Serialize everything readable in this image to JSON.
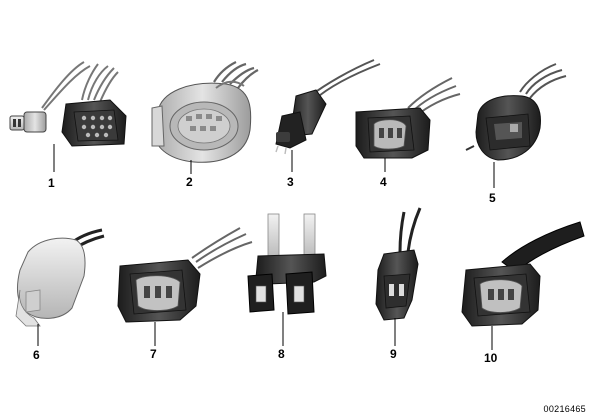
{
  "figure": {
    "parts": [
      {
        "number": "1",
        "icon": "two-pin-inline-plug-and-multipin-connector"
      },
      {
        "number": "2",
        "icon": "large-round-multipin-connector"
      },
      {
        "number": "3",
        "icon": "sealed-inline-connector"
      },
      {
        "number": "4",
        "icon": "three-pin-black-connector-housing"
      },
      {
        "number": "5",
        "icon": "black-connector-housing-with-lever"
      },
      {
        "number": "6",
        "icon": "light-grey-round-connector"
      },
      {
        "number": "7",
        "icon": "three-pin-black-connector-with-grey-insert"
      },
      {
        "number": "8",
        "icon": "two-terminal-plug-with-white-cables"
      },
      {
        "number": "9",
        "icon": "two-pin-inline-plug"
      },
      {
        "number": "10",
        "icon": "three-pin-black-connector-with-cable-bundle"
      }
    ],
    "document_id": "00216465"
  },
  "colors": {
    "connector_dark": "#2a2a2a",
    "connector_grey": "#c8c8c8",
    "pin_light": "#e6e6e6",
    "leader_line": "#000000"
  }
}
